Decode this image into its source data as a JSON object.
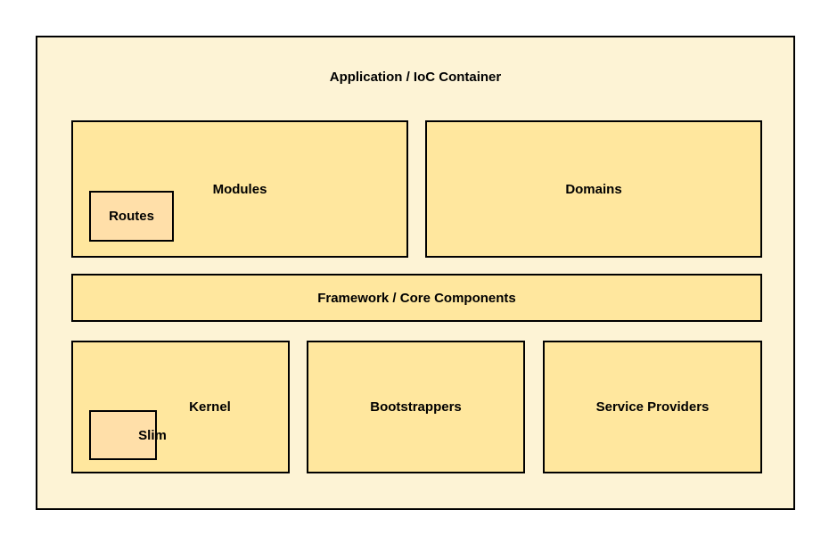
{
  "diagram": {
    "title": "Application / IoC Container",
    "boxes": {
      "modules": {
        "label": "Modules"
      },
      "domains": {
        "label": "Domains"
      },
      "routes": {
        "label": "Routes"
      },
      "framework": {
        "label": "Framework / Core Components"
      },
      "kernel": {
        "label": "Kernel"
      },
      "bootstrappers": {
        "label": "Bootstrappers"
      },
      "service_providers": {
        "label": "Service Providers"
      },
      "slim": {
        "label": "Slim"
      }
    },
    "colors": {
      "page_background": "#FFFFFF",
      "container_fill": "#FDF3D5",
      "box_fill": "#FFE79E",
      "child_box_fill": "#FFDFA9",
      "border": "#000000",
      "text": "#000000"
    }
  }
}
